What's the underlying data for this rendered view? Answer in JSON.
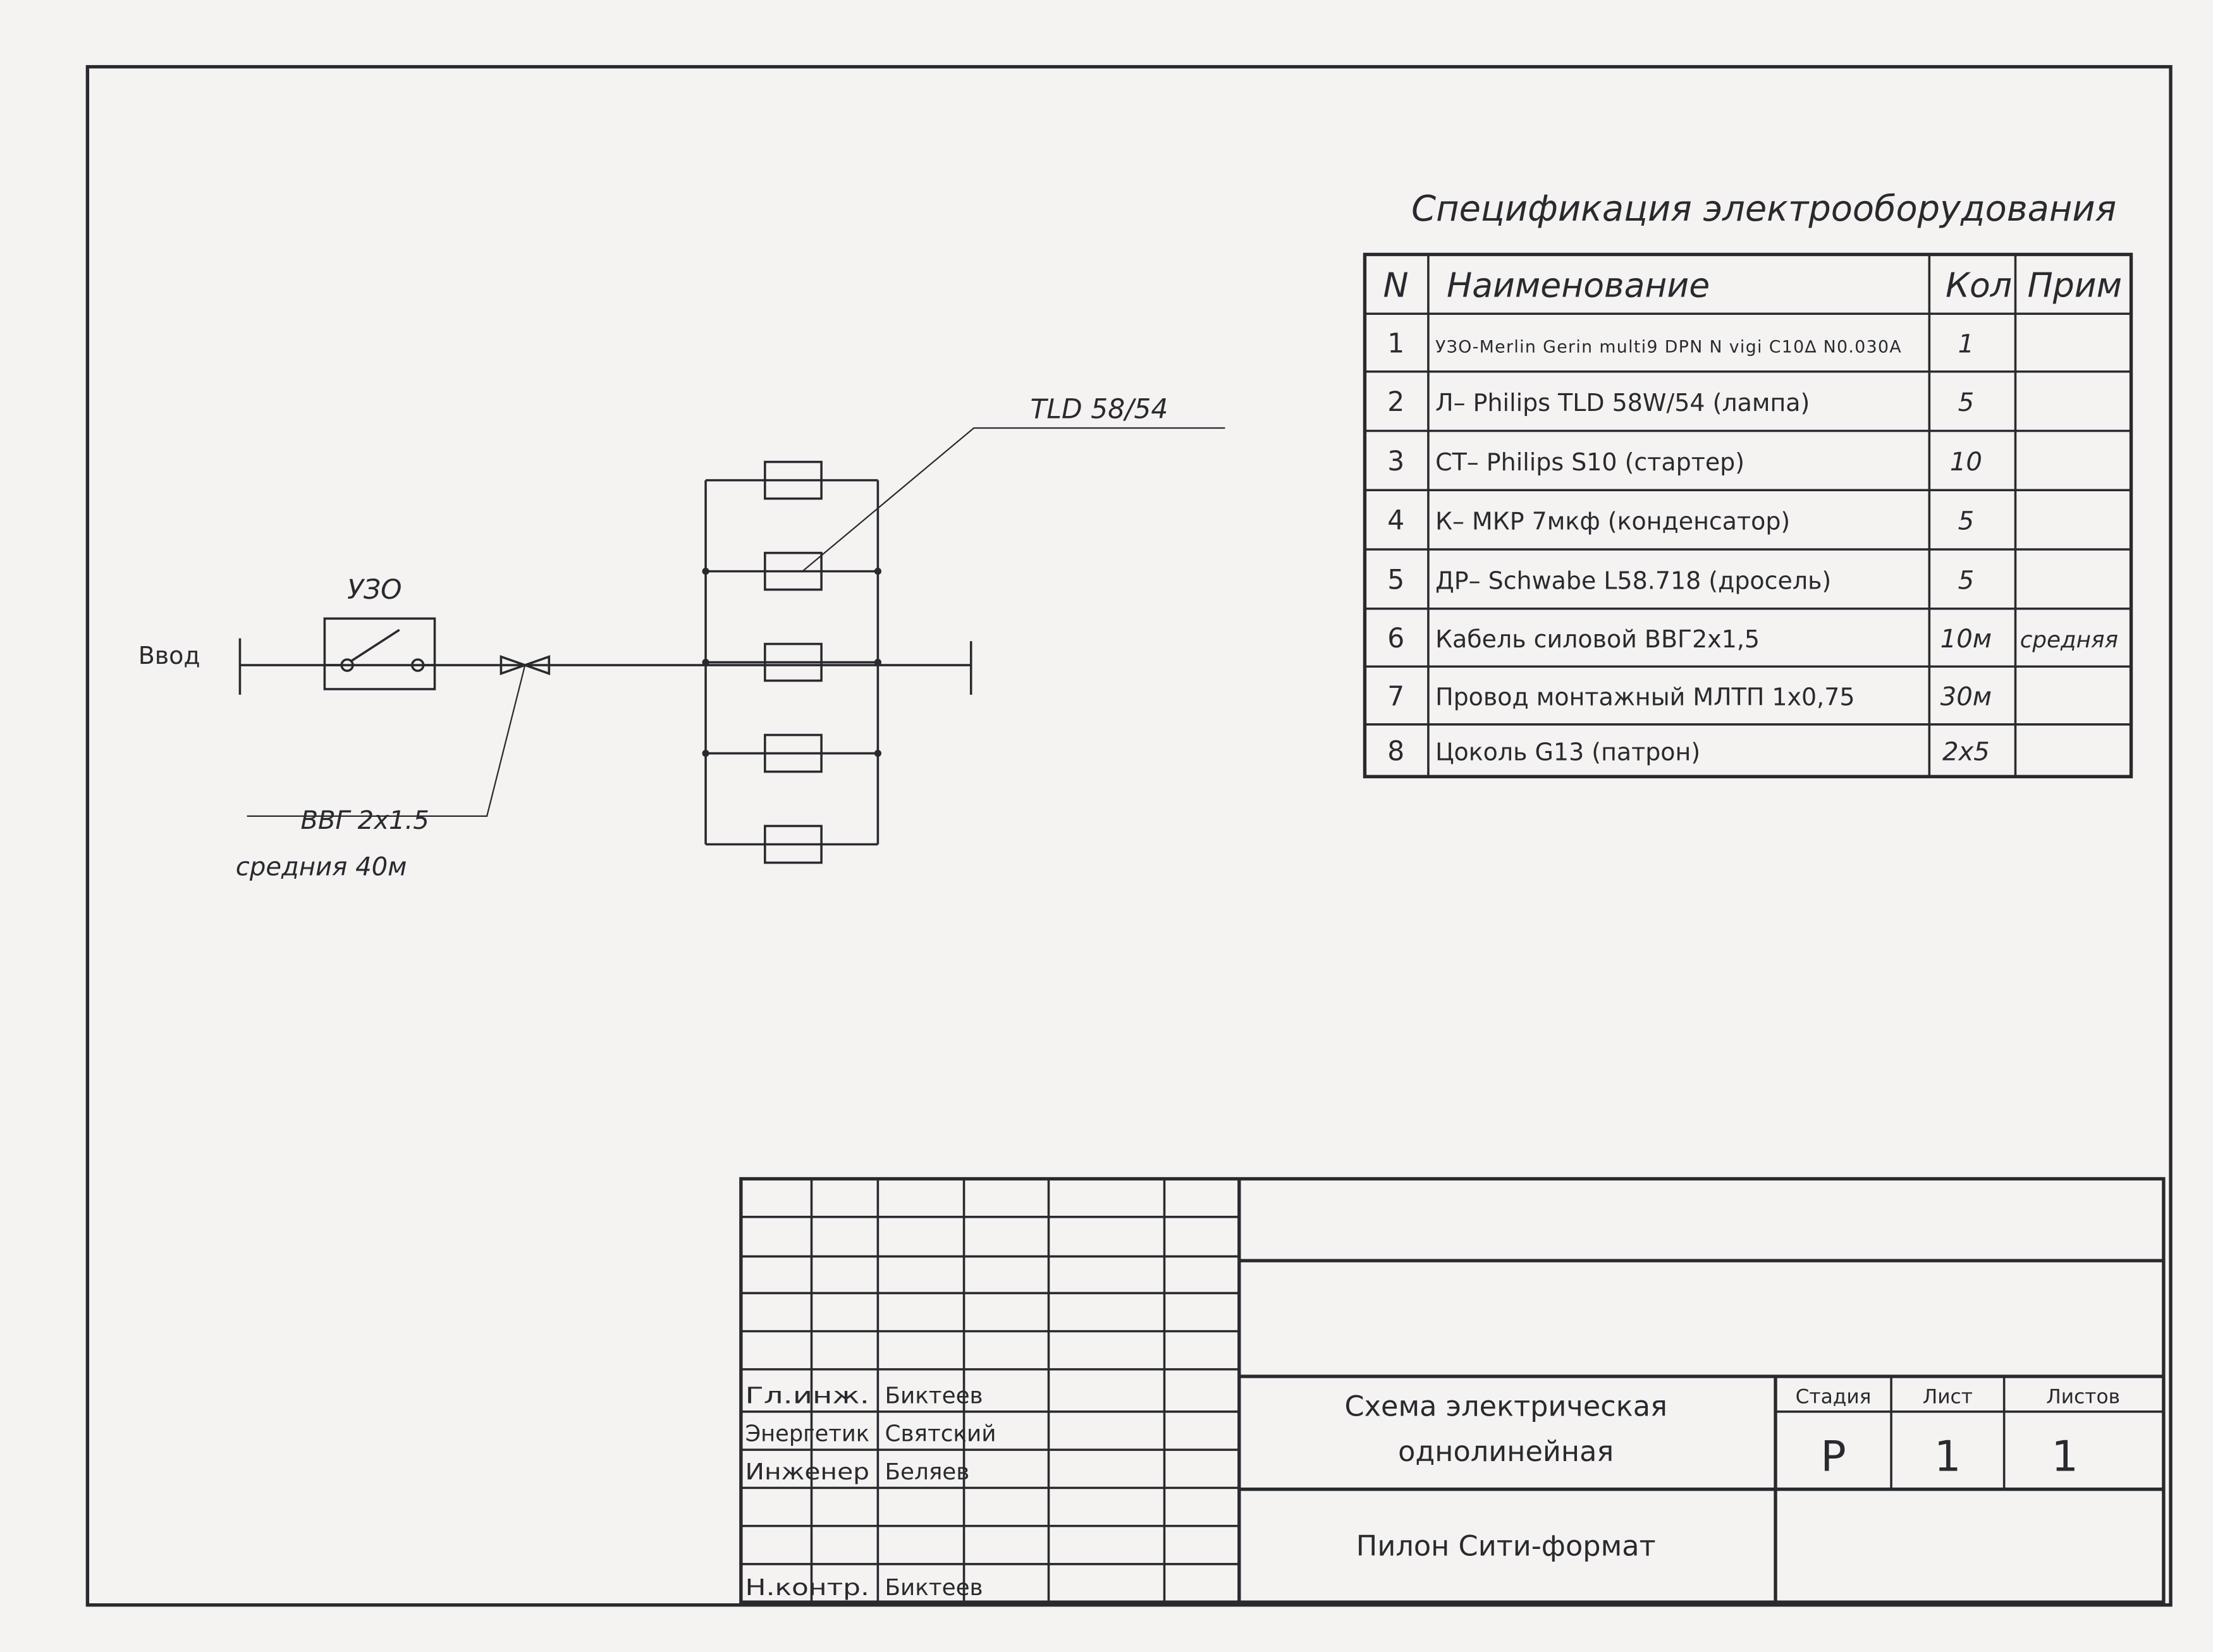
{
  "spec": {
    "title": "Спецификация электрооборудования",
    "headers": [
      "N",
      "Наименование",
      "Кол",
      "Прим"
    ],
    "rows": [
      {
        "n": "1",
        "name": "УЗО-Merlin Gerin multi9 DPN N vigi C10∆ N0.030A",
        "qty": "1",
        "note": ""
      },
      {
        "n": "2",
        "name": "Л– Philips TLD 58W/54 (лампа)",
        "qty": "5",
        "note": ""
      },
      {
        "n": "3",
        "name": "СТ– Philips S10 (стартер)",
        "qty": "10",
        "note": ""
      },
      {
        "n": "4",
        "name": "К– МКР 7мкф (конденсатор)",
        "qty": "5",
        "note": ""
      },
      {
        "n": "5",
        "name": "ДР– Schwabe L58.718 (дросель)",
        "qty": "5",
        "note": ""
      },
      {
        "n": "6",
        "name": "Кабель силовой ВВГ2х1,5",
        "qty": "10м",
        "note": "средняя"
      },
      {
        "n": "7",
        "name": "Провод монтажный МЛТП 1х0,75",
        "qty": "30м",
        "note": ""
      },
      {
        "n": "8",
        "name": "Цоколь G13 (патрон)",
        "qty": "2х5",
        "note": ""
      }
    ]
  },
  "schematic": {
    "input_label": "Ввод",
    "rcd_label": "УЗО",
    "cable_label": "ВВГ 2х1.5",
    "cable_note": "средния 40м",
    "lamp_label": "TLD 58/54",
    "lamp_count": 5
  },
  "title_block": {
    "signatures": [
      {
        "role": "Гл.инж.",
        "name": "Биктеев"
      },
      {
        "role": "Энергетик",
        "name": "Святский"
      },
      {
        "role": "Инженер",
        "name": "Беляев"
      },
      {
        "role": "Н.контр.",
        "name": "Биктеев"
      }
    ],
    "drawing_title_1": "Схема электрическая",
    "drawing_title_2": "однолинейная",
    "project": "Пилон Сити-формат",
    "stage_label": "Стадия",
    "sheet_label": "Лист",
    "sheets_label": "Листов",
    "stage": "Р",
    "sheet": "1",
    "sheets": "1"
  }
}
